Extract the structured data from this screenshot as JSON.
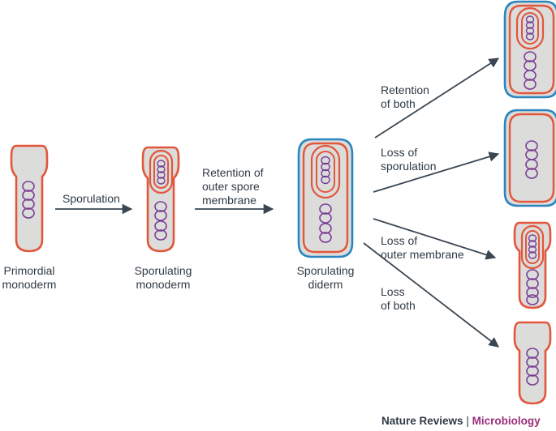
{
  "labels": {
    "primordial": "Primordial\nmonoderm",
    "sporulating_monoderm": "Sporulating\nmonoderm",
    "sporulating_diderm": "Sporulating\ndiderm"
  },
  "arrows": {
    "sporulation": "Sporulation",
    "retention_outer": "Retention of\nouter spore\nmembrane",
    "retention_both": "Retention\nof both",
    "loss_sporulation": "Loss of\nsporulation",
    "loss_outer": "Loss of\nouter membrane",
    "loss_both": "Loss\nof both"
  },
  "credit": {
    "publisher": "Nature Reviews",
    "separator": "|",
    "journal": "Microbiology"
  },
  "colors": {
    "cytoplasm": "#dcdcda",
    "outer_membrane": "#2a85bf",
    "inner_membrane": "#e2563c",
    "dna": "#7a3d96",
    "arrow": "#3a4652",
    "journal": "#9a2f7b"
  }
}
